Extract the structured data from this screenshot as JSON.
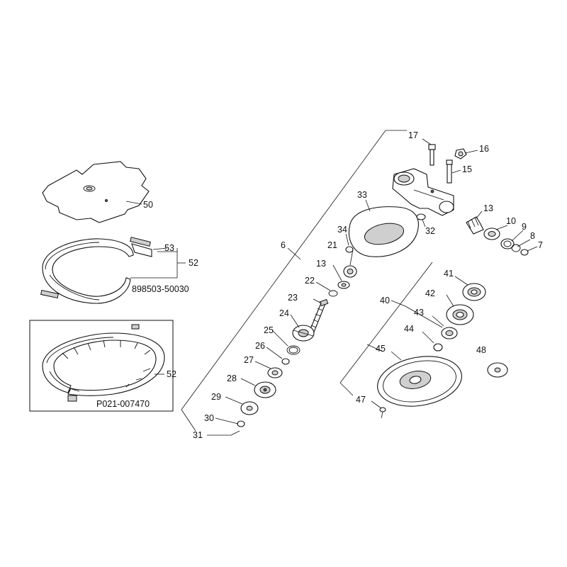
{
  "callouts": {
    "p6": "6",
    "p7": "7",
    "p8": "8",
    "p9": "9",
    "p10": "10",
    "p13a": "13",
    "p13b": "13",
    "p15": "15",
    "p16": "16",
    "p17": "17",
    "p21": "21",
    "p22": "22",
    "p23": "23",
    "p24": "24",
    "p25": "25",
    "p26": "26",
    "p27": "27",
    "p28": "28",
    "p29": "29",
    "p30": "30",
    "p31": "31",
    "p32": "32",
    "p33": "33",
    "p34": "34",
    "p40": "40",
    "p41": "41",
    "p42": "42",
    "p43": "43",
    "p44": "44",
    "p45": "45",
    "p47": "47",
    "p48": "48",
    "p50": "50",
    "p52a": "52",
    "p52b": "52",
    "p53": "53"
  },
  "part_codes": {
    "guard_kit": "898503-50030",
    "guard_kit_alt": "P021-007470"
  }
}
